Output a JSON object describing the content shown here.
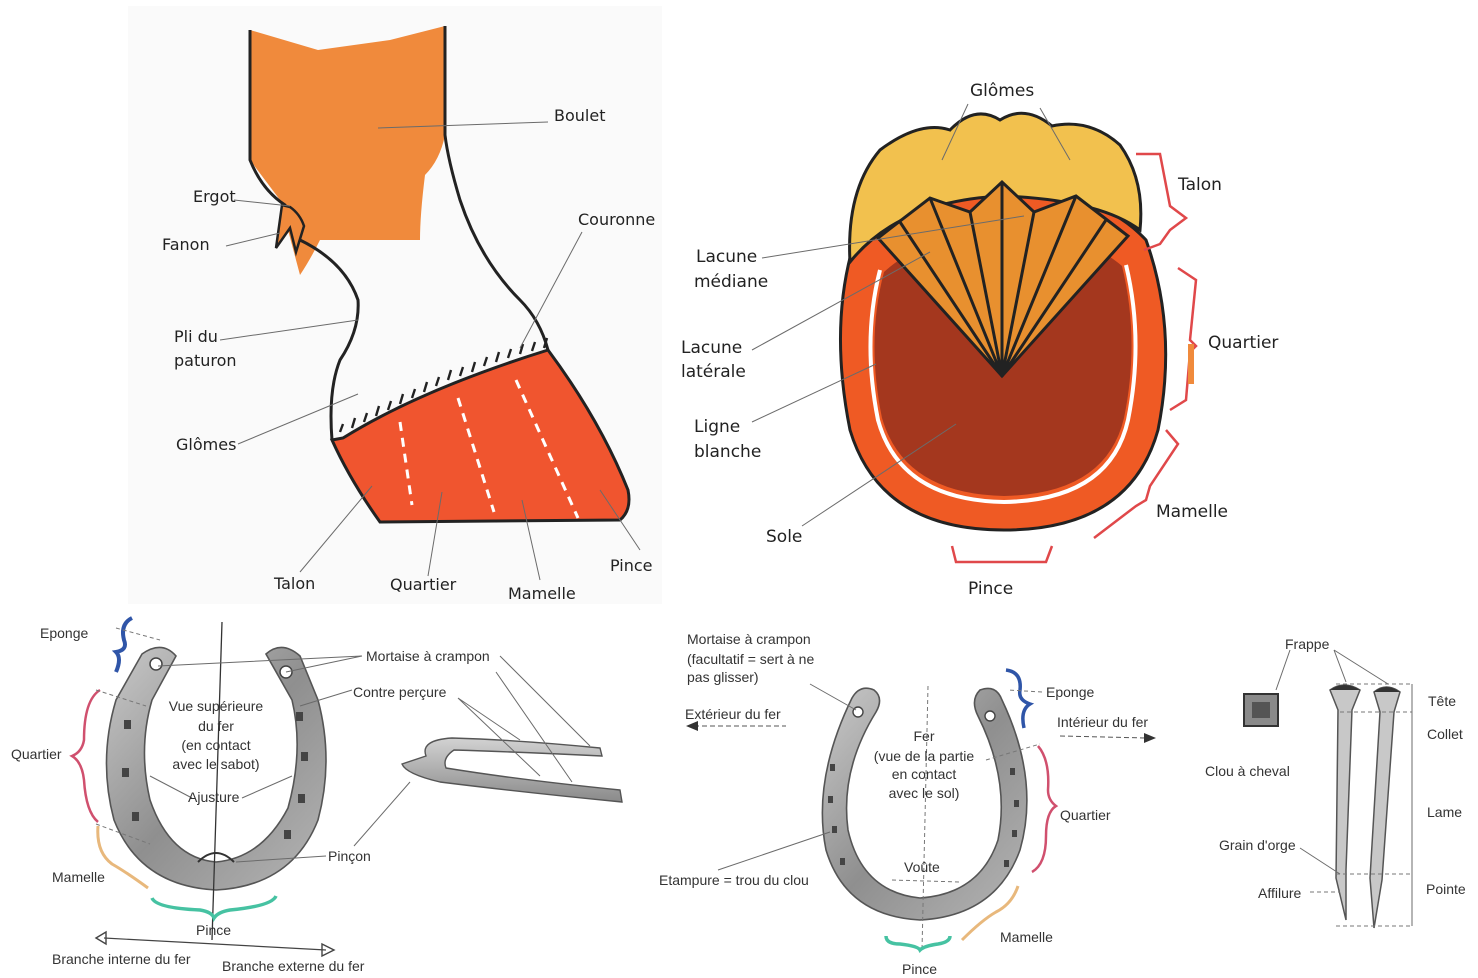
{
  "hoof_side": {
    "labels": {
      "boulet": "Boulet",
      "ergot": "Ergot",
      "fanon": "Fanon",
      "couronne": "Couronne",
      "pli_line1": "Pli du",
      "pli_line2": "paturon",
      "glomes": "Glômes",
      "talon": "Talon",
      "quartier": "Quartier",
      "mamelle": "Mamelle",
      "pince": "Pince"
    },
    "colors": {
      "pastern": "#f08a3c",
      "hoof": "#f0552f",
      "outline": "#222222"
    }
  },
  "hoof_sole": {
    "labels": {
      "glomes": "Glômes",
      "talon": "Talon",
      "lacune_mediane_1": "Lacune",
      "lacune_mediane_2": "médiane",
      "lacune_laterale_1": "Lacune",
      "lacune_laterale_2": "latérale",
      "quartier": "Quartier",
      "ligne_blanche_1": "Ligne",
      "ligne_blanche_2": "blanche",
      "mamelle": "Mamelle",
      "sole": "Sole",
      "pince": "Pince"
    },
    "colors": {
      "bulbs": "#f2c14e",
      "wall": "#ef5a24",
      "sole": "#a4371e",
      "frog": "#e8902f",
      "bracket": "#e0484a"
    }
  },
  "shoe_top": {
    "labels": {
      "eponge": "Eponge",
      "mortaise": "Mortaise à crampon",
      "contre_percure": "Contre perçure",
      "vue_1": "Vue supérieure",
      "vue_2": "du fer",
      "vue_3": "(en contact",
      "vue_4": "avec le sabot)",
      "quartier": "Quartier",
      "ajusture": "Ajusture",
      "pincon": "Pinçon",
      "mamelle": "Mamelle",
      "pince": "Pince",
      "branche_interne": "Branche interne du fer",
      "branche_externe": "Branche externe du fer"
    }
  },
  "shoe_bottom": {
    "labels": {
      "mortaise_1": "Mortaise à crampon",
      "mortaise_2": "(facultatif = sert à ne",
      "mortaise_3": "pas glisser)",
      "exterieur": "Extérieur du fer",
      "eponge": "Eponge",
      "interieur": "Intérieur du fer",
      "fer_1": "Fer",
      "fer_2": "(vue de la partie",
      "fer_3": "en contact",
      "fer_4": "avec le sol)",
      "quartier": "Quartier",
      "voute": "Voûte",
      "etampure": "Etampure = trou du clou",
      "mamelle": "Mamelle",
      "pince": "Pince"
    }
  },
  "nail": {
    "labels": {
      "frappe": "Frappe",
      "tete": "Tête",
      "collet": "Collet",
      "clou": "Clou à cheval",
      "lame": "Lame",
      "grain": "Grain d'orge",
      "affilure": "Affilure",
      "pointe": "Pointe"
    }
  }
}
